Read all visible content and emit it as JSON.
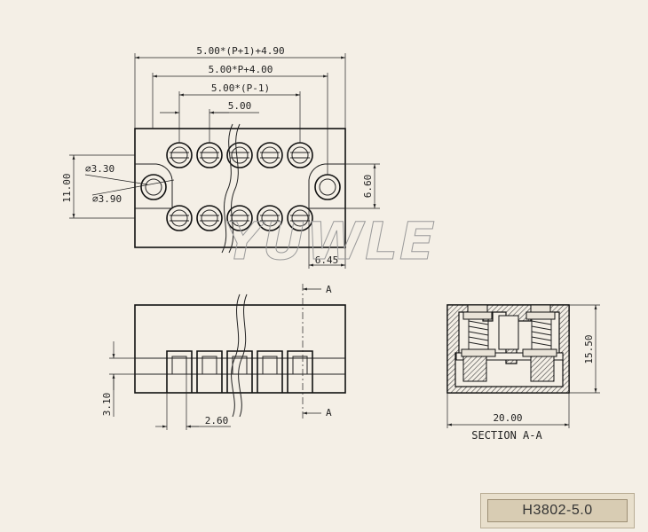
{
  "dimensions": {
    "overall_length": "5.00*(P+1)+4.90",
    "pin_span_plus": "5.00*P+4.00",
    "pin_span": "5.00*(P-1)",
    "pitch": "5.00",
    "hole_diameter_small": "∅3.30",
    "hole_diameter_large": "∅3.90",
    "height": "11.00",
    "hole_spacing": "6.60",
    "hole_offset": "6.45",
    "slot_height": "3.10",
    "slot_width": "2.60",
    "section_width": "20.00",
    "section_height": "15.50"
  },
  "section": {
    "marker_top": "A",
    "marker_bottom": "A",
    "label": "SECTION A-A"
  },
  "watermark": "YUWLE",
  "model": "H3802-5.0"
}
